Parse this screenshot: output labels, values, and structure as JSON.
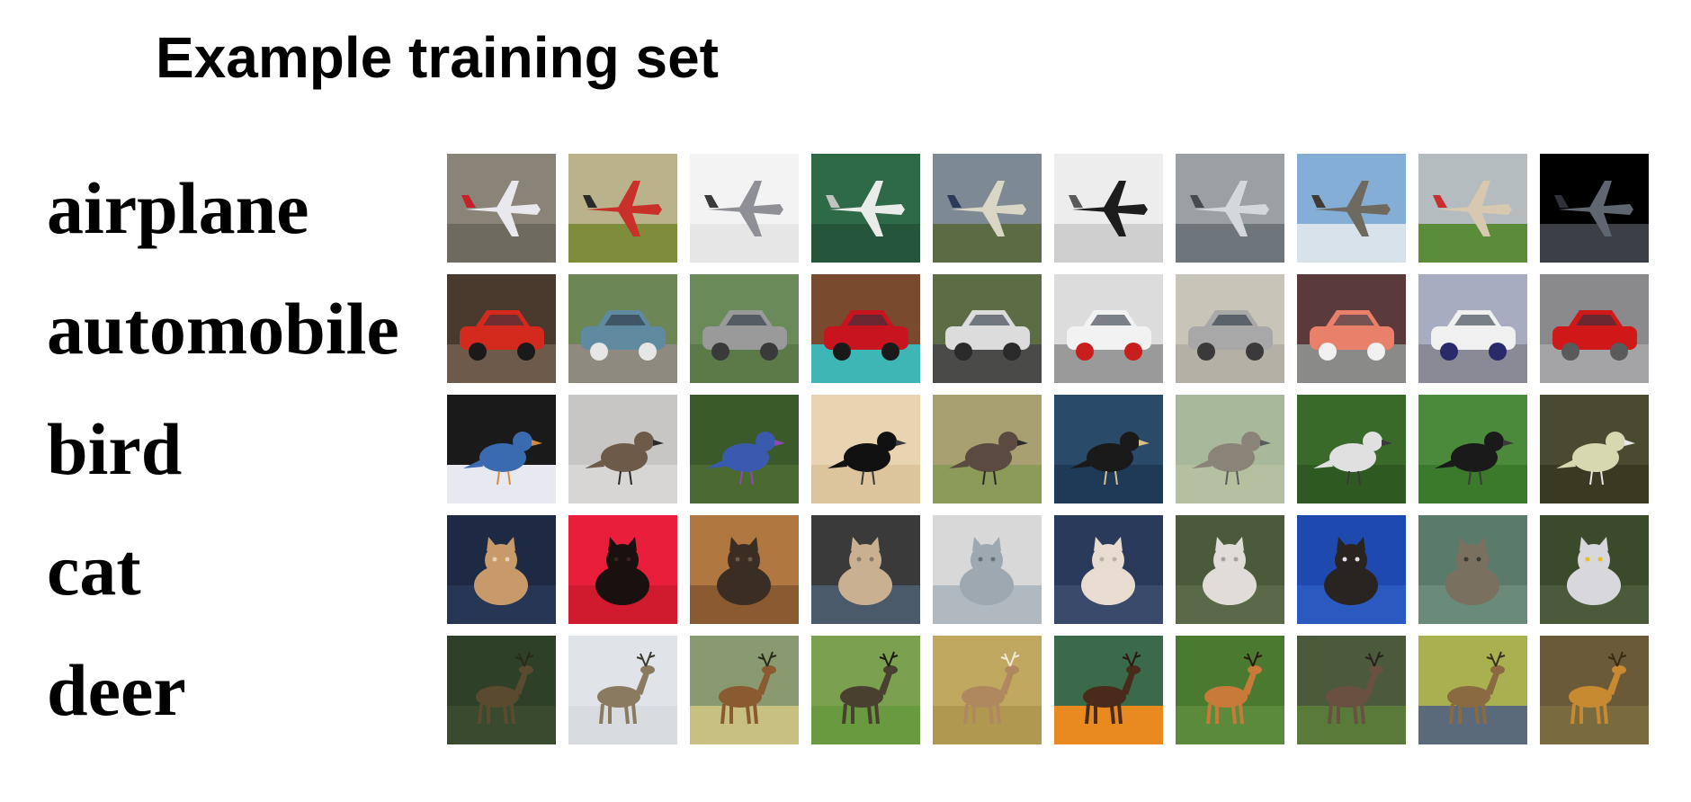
{
  "title": "Example training set",
  "classes": [
    {
      "label": "airplane",
      "tiles": [
        {
          "icon": "airplane-icon",
          "bg": "#8a8478",
          "ground": "#6f6a60",
          "subject": "#e8e8ee",
          "accent": "#c8202a"
        },
        {
          "icon": "airplane-icon",
          "bg": "#b9b28a",
          "ground": "#7f8c3c",
          "subject": "#c8302a",
          "accent": "#2a2a2a"
        },
        {
          "icon": "airplane-icon",
          "bg": "#f3f3f3",
          "ground": "#e6e6e6",
          "subject": "#8f9096",
          "accent": "#3a3a3a"
        },
        {
          "icon": "airplane-icon",
          "bg": "#2f6a48",
          "ground": "#25553a",
          "subject": "#e9ece8",
          "accent": "#bfc4c0"
        },
        {
          "icon": "airplane-icon",
          "bg": "#7d8a93",
          "ground": "#5d6b44",
          "subject": "#d9d6c6",
          "accent": "#2b3a5a"
        },
        {
          "icon": "airplane-icon",
          "bg": "#ededed",
          "ground": "#cfcfcf",
          "subject": "#1d1d1d",
          "accent": "#5a5a5a"
        },
        {
          "icon": "airplane-icon",
          "bg": "#9aa0a4",
          "ground": "#6e767b",
          "subject": "#d4d8dc",
          "accent": "#444c52"
        },
        {
          "icon": "airplane-icon",
          "bg": "#84aed6",
          "ground": "#d7e2ea",
          "subject": "#6e6a60",
          "accent": "#3f3a33"
        },
        {
          "icon": "airplane-icon",
          "bg": "#b4bcc0",
          "ground": "#5b8c3a",
          "subject": "#d8c8b0",
          "accent": "#c83030"
        },
        {
          "icon": "airplane-icon",
          "bg": "#000000",
          "ground": "#3c3f46",
          "subject": "#5f6670",
          "accent": "#2e3138"
        }
      ]
    },
    {
      "label": "automobile",
      "tiles": [
        {
          "icon": "car-icon",
          "bg": "#4a3a2e",
          "ground": "#6d5a4a",
          "subject": "#d42a1e",
          "accent": "#1a1a1a"
        },
        {
          "icon": "car-icon",
          "bg": "#6d8656",
          "ground": "#8f8a80",
          "subject": "#5f8aa0",
          "accent": "#e6e6e6"
        },
        {
          "icon": "car-icon",
          "bg": "#6b8a5a",
          "ground": "#5c7a48",
          "subject": "#9a9a9a",
          "accent": "#3a3a3a"
        },
        {
          "icon": "car-icon",
          "bg": "#7a4a2e",
          "ground": "#3fb6b6",
          "subject": "#c8141e",
          "accent": "#1a1a1a"
        },
        {
          "icon": "car-icon",
          "bg": "#5c6d45",
          "ground": "#4a4a48",
          "subject": "#dcdcdc",
          "accent": "#2a2a2a"
        },
        {
          "icon": "car-icon",
          "bg": "#dcdcdc",
          "ground": "#9a9a9a",
          "subject": "#f2f2f2",
          "accent": "#c81e1e"
        },
        {
          "icon": "car-icon",
          "bg": "#c9c4b8",
          "ground": "#b5b0a6",
          "subject": "#a8a8a8",
          "accent": "#3a3a3a"
        },
        {
          "icon": "car-icon",
          "bg": "#5a3a3a",
          "ground": "#8a8a88",
          "subject": "#e8806a",
          "accent": "#f0f0f0"
        },
        {
          "icon": "car-icon",
          "bg": "#a8acc0",
          "ground": "#8a8a96",
          "subject": "#f0f0f0",
          "accent": "#2a2a6a"
        },
        {
          "icon": "car-icon",
          "bg": "#8a8a8c",
          "ground": "#a4a4a6",
          "subject": "#d01818",
          "accent": "#5a5a5a"
        }
      ]
    },
    {
      "label": "bird",
      "tiles": [
        {
          "icon": "bird-icon",
          "bg": "#1a1a1a",
          "ground": "#e8e8f0",
          "subject": "#3a6ab0",
          "accent": "#d88a3a"
        },
        {
          "icon": "bird-icon",
          "bg": "#c8c6c4",
          "ground": "#d8d6d4",
          "subject": "#6e5a48",
          "accent": "#2a2a2a"
        },
        {
          "icon": "bird-icon",
          "bg": "#3a5a2a",
          "ground": "#4a6a32",
          "subject": "#3a5ab0",
          "accent": "#8a4ab0"
        },
        {
          "icon": "bird-icon",
          "bg": "#e8d4b0",
          "ground": "#dcc49c",
          "subject": "#111111",
          "accent": "#3a3a3a"
        },
        {
          "icon": "bird-icon",
          "bg": "#a8a070",
          "ground": "#8c9a5a",
          "subject": "#5a4a40",
          "accent": "#2a2a2a"
        },
        {
          "icon": "bird-icon",
          "bg": "#2a4a6a",
          "ground": "#1e3a56",
          "subject": "#1a1a1a",
          "accent": "#d8c088"
        },
        {
          "icon": "bird-icon",
          "bg": "#a8b89a",
          "ground": "#b4c0a0",
          "subject": "#8a8478",
          "accent": "#5a5a5a"
        },
        {
          "icon": "bird-icon",
          "bg": "#3a6a2a",
          "ground": "#2e5a22",
          "subject": "#e0e0e0",
          "accent": "#3a3a3a"
        },
        {
          "icon": "bird-icon",
          "bg": "#4a8a3a",
          "ground": "#3a7a2a",
          "subject": "#1a1a1a",
          "accent": "#3a3a3a"
        },
        {
          "icon": "bird-icon",
          "bg": "#4a4a30",
          "ground": "#3a3a22",
          "subject": "#d8d8b0",
          "accent": "#e8e8e8"
        }
      ]
    },
    {
      "label": "cat",
      "tiles": [
        {
          "icon": "cat-icon",
          "bg": "#1e2a44",
          "ground": "#283656",
          "subject": "#c89a6a",
          "accent": "#e8d0b0"
        },
        {
          "icon": "cat-icon",
          "bg": "#e81e3a",
          "ground": "#d01a2e",
          "subject": "#1a1010",
          "accent": "#3a2020"
        },
        {
          "icon": "cat-icon",
          "bg": "#b07840",
          "ground": "#8a5a30",
          "subject": "#3a2e24",
          "accent": "#6a5a4a"
        },
        {
          "icon": "cat-icon",
          "bg": "#3a3a3a",
          "ground": "#4a5a6a",
          "subject": "#c8b090",
          "accent": "#8a7a6a"
        },
        {
          "icon": "cat-icon",
          "bg": "#d8d8d8",
          "ground": "#b0b8c0",
          "subject": "#9ea8b0",
          "accent": "#6a7078"
        },
        {
          "icon": "cat-icon",
          "bg": "#2a3a5a",
          "ground": "#3a4a6a",
          "subject": "#e8dcd0",
          "accent": "#c0b0a0"
        },
        {
          "icon": "cat-icon",
          "bg": "#4a5a3a",
          "ground": "#5a6a48",
          "subject": "#e0dcd8",
          "accent": "#a8a098"
        },
        {
          "icon": "cat-icon",
          "bg": "#1e4ab0",
          "ground": "#2a5ac0",
          "subject": "#2a2420",
          "accent": "#e0e0e8"
        },
        {
          "icon": "cat-icon",
          "bg": "#5a7a6a",
          "ground": "#6a8a7a",
          "subject": "#7a7060",
          "accent": "#3a3a30"
        },
        {
          "icon": "cat-icon",
          "bg": "#3a4a2a",
          "ground": "#4a5a3a",
          "subject": "#d8d8dc",
          "accent": "#e8c020"
        }
      ]
    },
    {
      "label": "deer",
      "tiles": [
        {
          "icon": "deer-icon",
          "bg": "#2e4028",
          "ground": "#3a4a2e",
          "subject": "#5a4a30",
          "accent": "#2a2a1a"
        },
        {
          "icon": "deer-icon",
          "bg": "#e0e4e8",
          "ground": "#d8dce0",
          "subject": "#8a7a60",
          "accent": "#3a3a30"
        },
        {
          "icon": "deer-icon",
          "bg": "#8a9a70",
          "ground": "#c8c080",
          "subject": "#8a5a30",
          "accent": "#2a2a1a"
        },
        {
          "icon": "deer-icon",
          "bg": "#7aa050",
          "ground": "#6a9a40",
          "subject": "#4a4030",
          "accent": "#1a1a10"
        },
        {
          "icon": "deer-icon",
          "bg": "#c0a860",
          "ground": "#b09850",
          "subject": "#b08860",
          "accent": "#f0e8d8"
        },
        {
          "icon": "deer-icon",
          "bg": "#3a6a4a",
          "ground": "#e88a20",
          "subject": "#4a2a1a",
          "accent": "#2a1a10"
        },
        {
          "icon": "deer-icon",
          "bg": "#4a7a30",
          "ground": "#5a8a3a",
          "subject": "#c87a3a",
          "accent": "#2a1a10"
        },
        {
          "icon": "deer-icon",
          "bg": "#4a5a3a",
          "ground": "#5a7a3a",
          "subject": "#6a5040",
          "accent": "#2a2020"
        },
        {
          "icon": "deer-icon",
          "bg": "#a8b050",
          "ground": "#5a6a7a",
          "subject": "#8a6a40",
          "accent": "#3a3020"
        },
        {
          "icon": "deer-icon",
          "bg": "#6a5a3a",
          "ground": "#7a6a40",
          "subject": "#c88a30",
          "accent": "#3a2a10"
        }
      ]
    }
  ]
}
